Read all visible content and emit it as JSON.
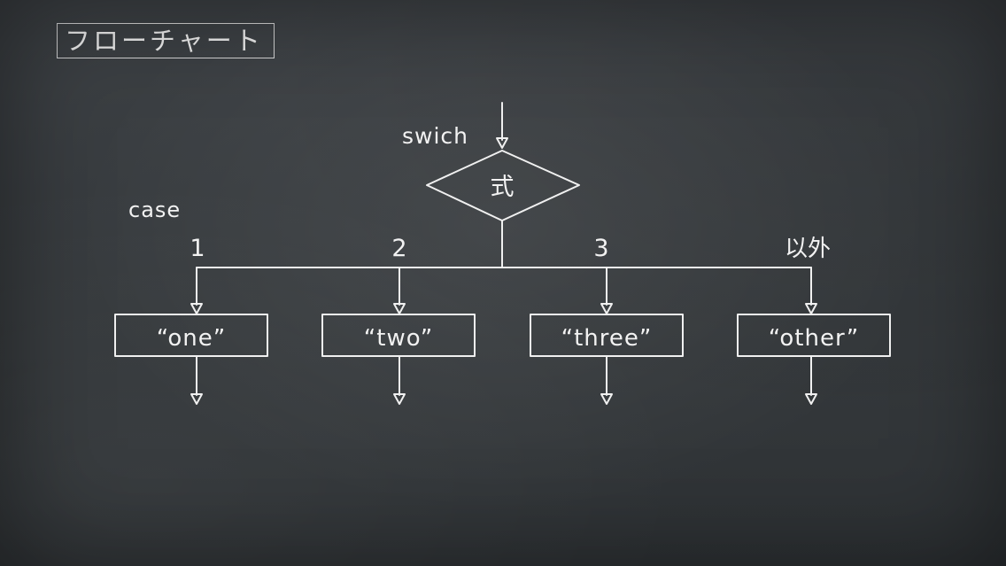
{
  "title": "フローチャート",
  "switch_label": "swich",
  "decision_label": "式",
  "case_label": "case",
  "cases": [
    {
      "value": "1",
      "output": "“one”"
    },
    {
      "value": "2",
      "output": "“two”"
    },
    {
      "value": "3",
      "output": "“three”"
    },
    {
      "value": "以外",
      "output": "“other”"
    }
  ],
  "colors": {
    "board": "#3a3e42",
    "chalk": "#f0f0f0"
  }
}
